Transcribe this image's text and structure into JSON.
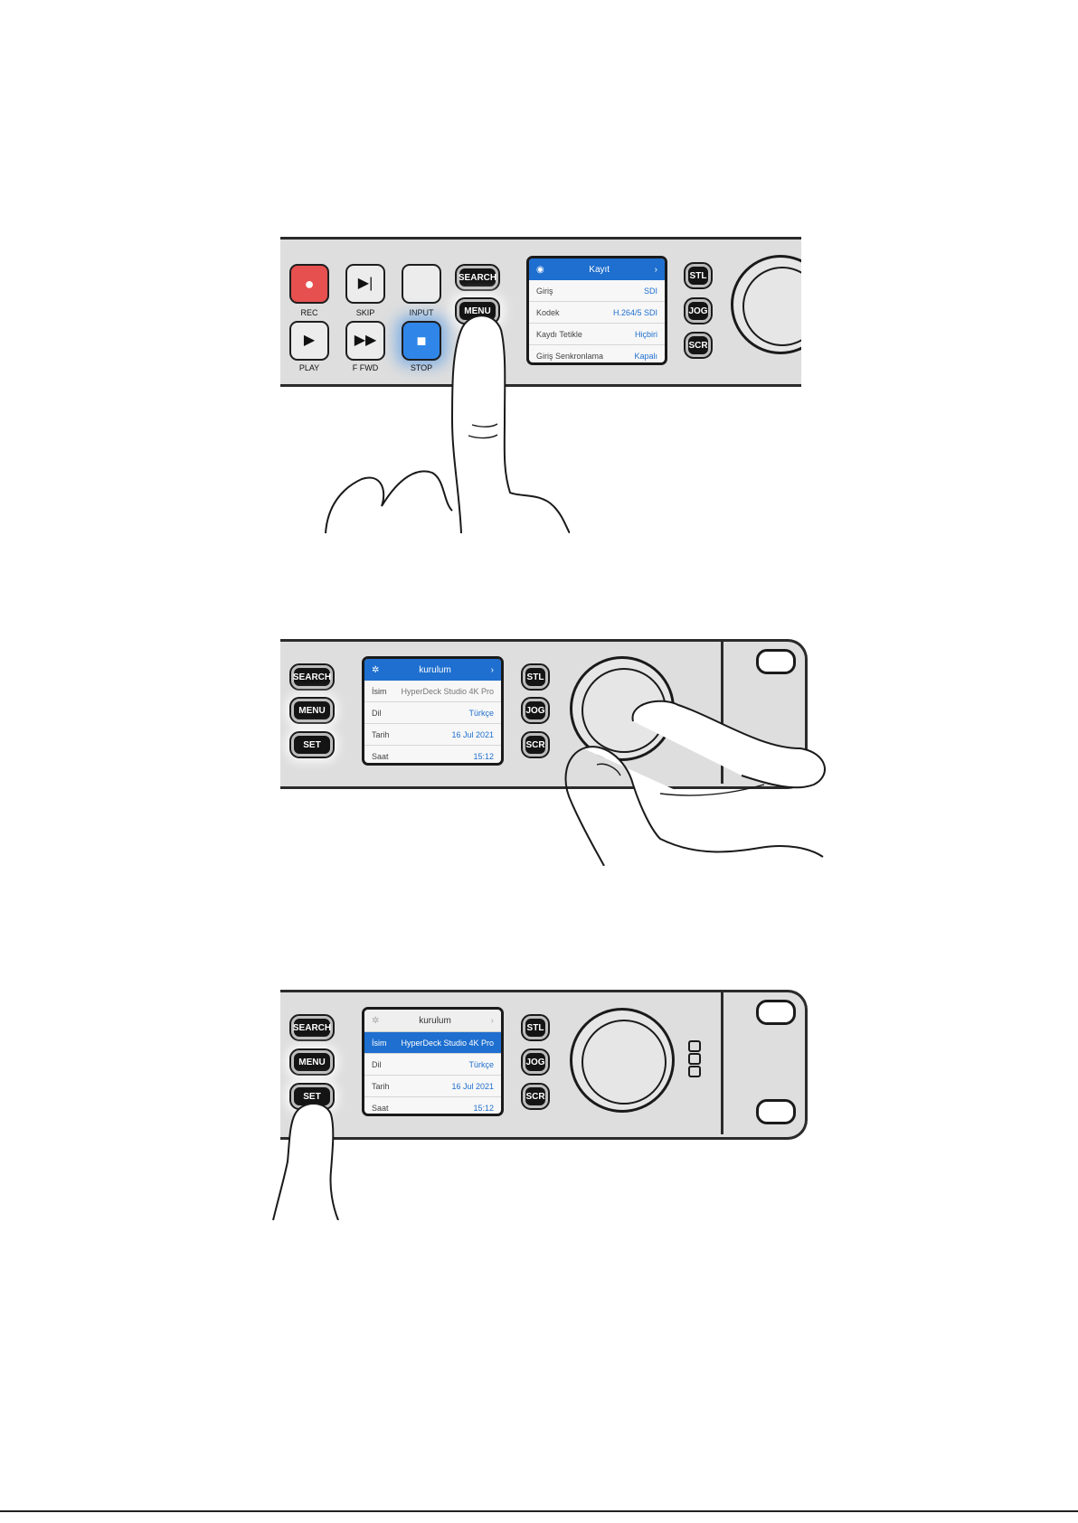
{
  "figure1": {
    "buttons": {
      "rec": "REC",
      "skip": "SKIP",
      "input": "INPUT",
      "search": "SEARCH",
      "menu": "MENU",
      "play": "PLAY",
      "ffwd": "F FWD",
      "stop": "STOP",
      "stl": "STL",
      "jog": "JOG",
      "scr": "SCR"
    },
    "lcd": {
      "title": "Kayıt",
      "rows": [
        {
          "label": "Giriş",
          "value": "SDI"
        },
        {
          "label": "Kodek",
          "value": "H.264/5 SDI"
        },
        {
          "label": "Kaydı Tetikle",
          "value": "Hiçbiri"
        },
        {
          "label": "Giriş Senkronlama",
          "value": "Kapalı"
        }
      ]
    }
  },
  "figure2": {
    "buttons": {
      "search": "SEARCH",
      "menu": "MENU",
      "set": "SET",
      "stl": "STL",
      "jog": "JOG",
      "scr": "SCR"
    },
    "lcd": {
      "title": "kurulum",
      "rows": [
        {
          "label": "İsim",
          "value": "HyperDeck Studio 4K Pro"
        },
        {
          "label": "Dil",
          "value": "Türkçe"
        },
        {
          "label": "Tarih",
          "value": "16 Jul 2021"
        },
        {
          "label": "Saat",
          "value": "15:12"
        }
      ]
    }
  },
  "figure3": {
    "buttons": {
      "search": "SEARCH",
      "menu": "MENU",
      "set": "SET",
      "stl": "STL",
      "jog": "JOG",
      "scr": "SCR"
    },
    "lcd": {
      "title": "kurulum",
      "rows": [
        {
          "label": "İsim",
          "value": "HyperDeck Studio 4K Pro"
        },
        {
          "label": "Dil",
          "value": "Türkçe"
        },
        {
          "label": "Tarih",
          "value": "16 Jul 2021"
        },
        {
          "label": "Saat",
          "value": "15:12"
        }
      ]
    }
  }
}
